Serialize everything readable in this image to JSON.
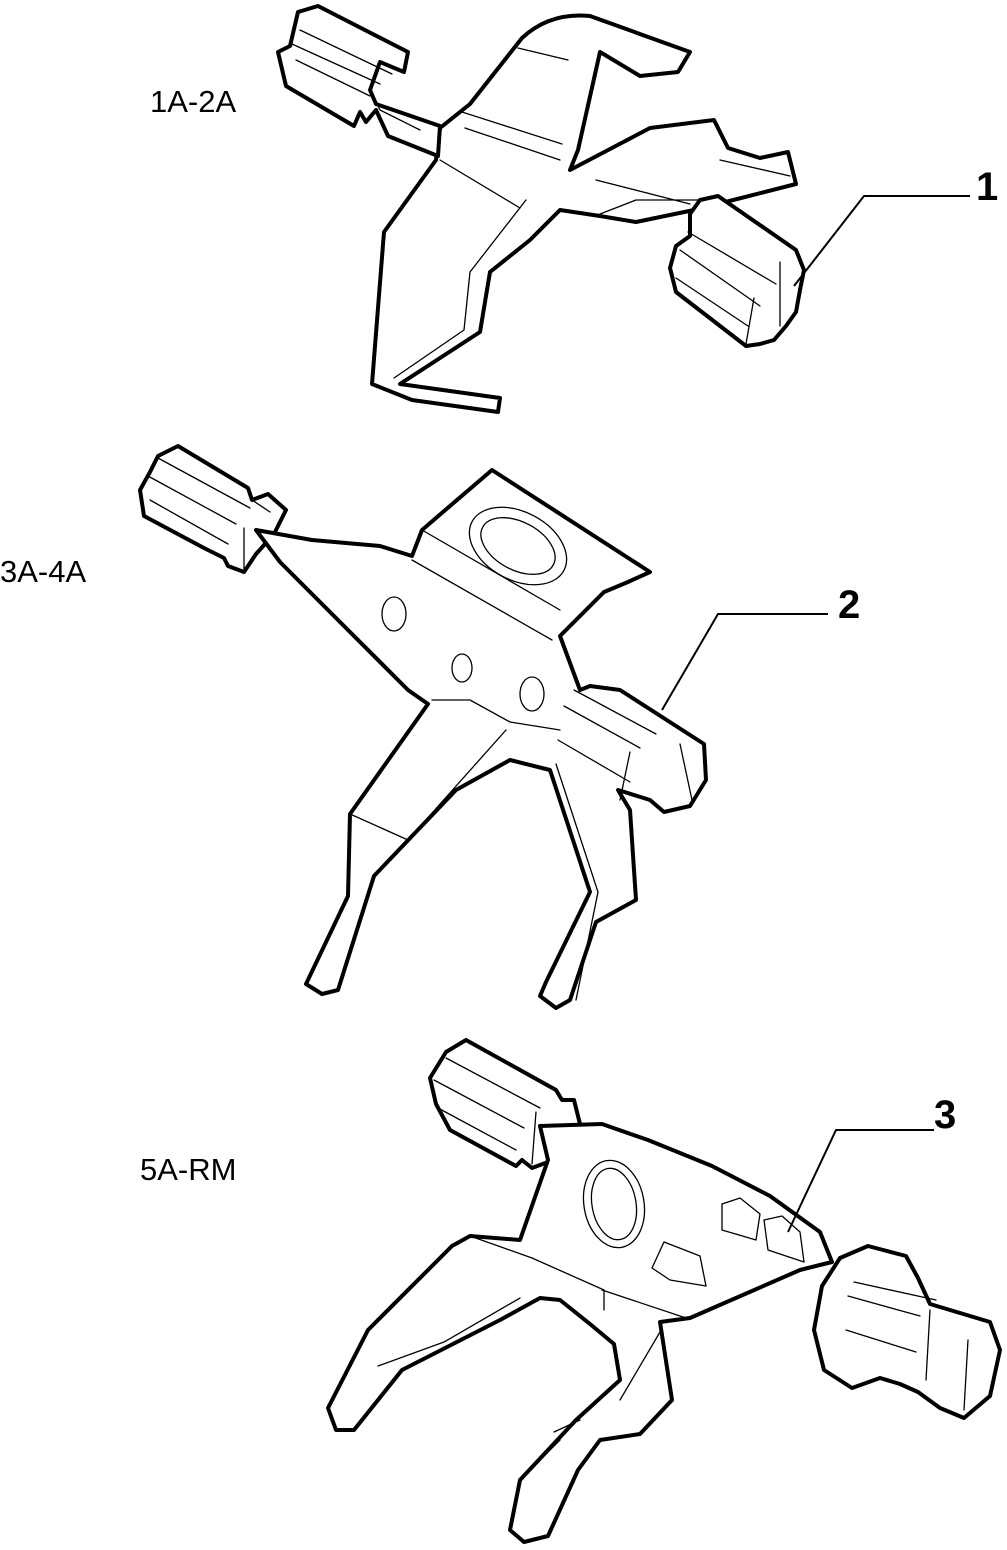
{
  "labels": {
    "fork_1": "1A-2A",
    "fork_2": "3A-4A",
    "fork_3": "5A-RM"
  },
  "callouts": {
    "c1": "1",
    "c2": "2",
    "c3": "3"
  },
  "colors": {
    "line": "#000000",
    "background": "#ffffff"
  }
}
